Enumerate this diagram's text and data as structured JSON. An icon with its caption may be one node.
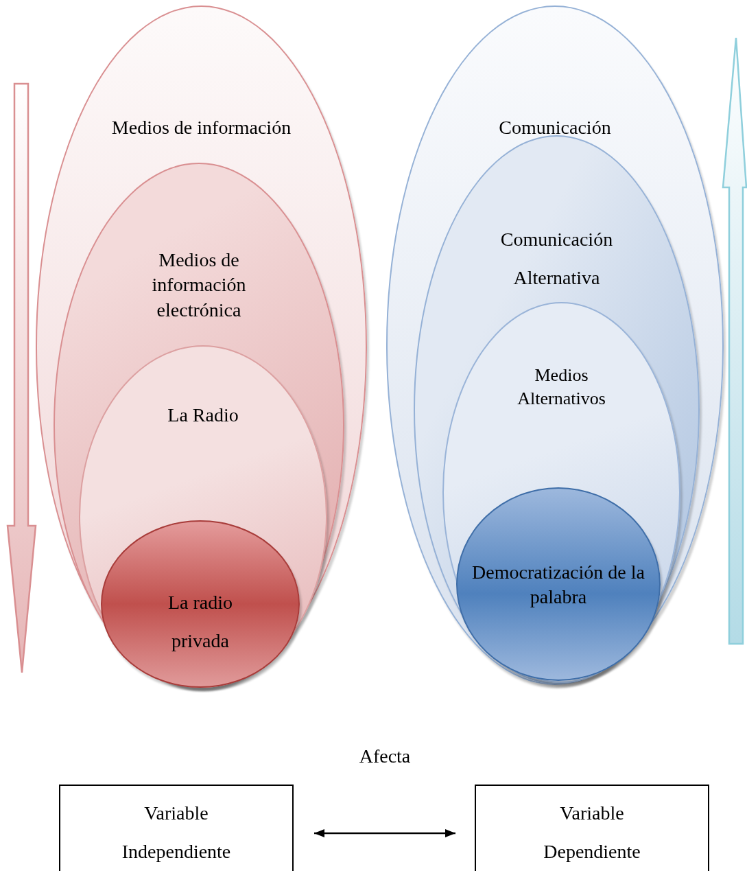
{
  "diagram": {
    "nodes": [
      {
        "text": [
          "Medios de información"
        ]
      },
      {
        "text": [
          "Medios de información electrónica"
        ],
        "in": 0
      },
      {
        "text": [
          "La Radio"
        ],
        "in": 1
      },
      {
        "text": [
          "La radio privada"
        ],
        "in": 2
      },
      {
        "text": [
          "Comunicación"
        ]
      },
      {
        "text": [
          "Comunicación Alternativa"
        ],
        "in": 4
      },
      {
        "text": [
          "Medios Alternativos"
        ],
        "in": 5
      },
      {
        "text": [
          "Democratización de la palabra"
        ],
        "in": 6
      },
      {
        "text": [
          "Variable Independiente"
        ]
      },
      {
        "text": [
          "Variable Dependiente"
        ]
      }
    ],
    "edges": [
      {
        "from": 8,
        "to": 9,
        "arrow": "both",
        "label": "Afecta"
      }
    ]
  }
}
